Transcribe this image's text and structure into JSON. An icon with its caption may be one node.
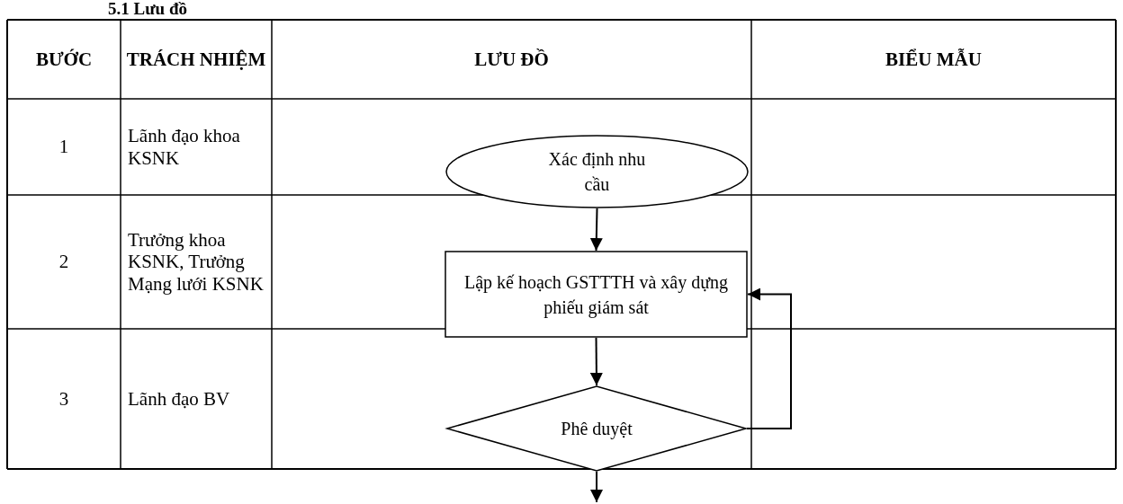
{
  "diagram": {
    "title": "5.1 Lưu đồ",
    "nodes": [
      {
        "text": [
          "Xác định nhu cầu"
        ]
      },
      {
        "text": [
          "Lập kế hoạch GSTTTH và xây dựng phiếu giám sát"
        ]
      },
      {
        "text": [
          "Phê duyệt"
        ]
      }
    ],
    "edges": [
      {
        "from": 0,
        "to": 1,
        "arrow": "to"
      },
      {
        "from": 1,
        "to": 2,
        "arrow": "to"
      },
      {
        "from": 2,
        "to": 1,
        "arrow": "to"
      },
      {
        "from": 2,
        "to": null,
        "arrow": "to"
      }
    ],
    "labels": [
      "BƯỚC",
      "TRÁCH NHIỆM",
      "LƯU ĐỒ",
      "BIỂU MẪU",
      "1",
      "Lãnh đạo khoa KSNK",
      "2",
      "Trưởng khoa KSNK, Trưởng Mạng lưới KSNK",
      "3",
      "Lãnh đạo BV"
    ]
  }
}
